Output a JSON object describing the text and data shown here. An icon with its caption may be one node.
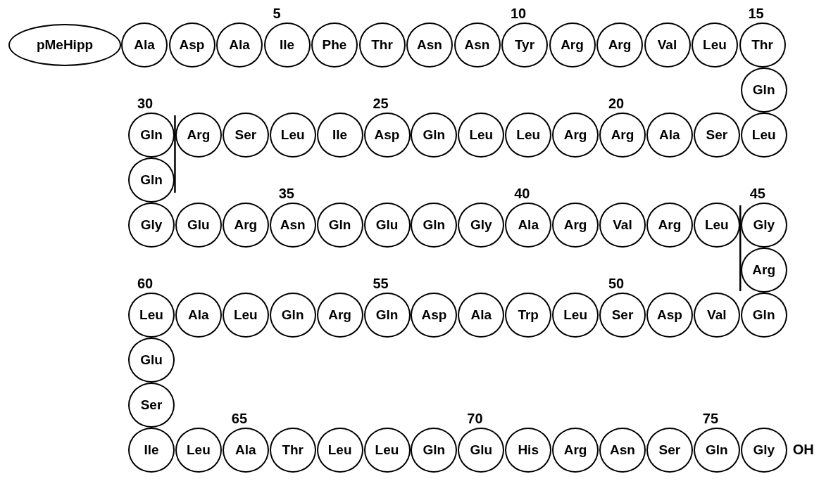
{
  "diagram": {
    "nodes": [
      {
        "text": [
          "pMeHipp"
        ]
      },
      {
        "text": [
          "Ala"
        ]
      },
      {
        "text": [
          "Asp"
        ]
      },
      {
        "text": [
          "Ala"
        ]
      },
      {
        "text": [
          "Ile"
        ]
      },
      {
        "text": [
          "Phe"
        ]
      },
      {
        "text": [
          "Thr"
        ]
      },
      {
        "text": [
          "Asn"
        ]
      },
      {
        "text": [
          "Asn"
        ]
      },
      {
        "text": [
          "Tyr"
        ]
      },
      {
        "text": [
          "Arg"
        ]
      },
      {
        "text": [
          "Arg"
        ]
      },
      {
        "text": [
          "Val"
        ]
      },
      {
        "text": [
          "Leu"
        ]
      },
      {
        "text": [
          "Thr"
        ]
      },
      {
        "text": [
          "Gln"
        ]
      },
      {
        "text": [
          "Gln"
        ]
      },
      {
        "text": [
          "Arg"
        ]
      },
      {
        "text": [
          "Ser"
        ]
      },
      {
        "text": [
          "Leu"
        ]
      },
      {
        "text": [
          "Ile"
        ]
      },
      {
        "text": [
          "Asp"
        ]
      },
      {
        "text": [
          "Gln"
        ]
      },
      {
        "text": [
          "Leu"
        ]
      },
      {
        "text": [
          "Leu"
        ]
      },
      {
        "text": [
          "Arg"
        ]
      },
      {
        "text": [
          "Arg"
        ]
      },
      {
        "text": [
          "Ala"
        ]
      },
      {
        "text": [
          "Ser"
        ]
      },
      {
        "text": [
          "Leu"
        ]
      },
      {
        "text": [
          "Gln"
        ]
      },
      {
        "text": [
          "Gly"
        ]
      },
      {
        "text": [
          "Glu"
        ]
      },
      {
        "text": [
          "Arg"
        ]
      },
      {
        "text": [
          "Asn"
        ]
      },
      {
        "text": [
          "Gln"
        ]
      },
      {
        "text": [
          "Glu"
        ]
      },
      {
        "text": [
          "Gln"
        ]
      },
      {
        "text": [
          "Gly"
        ]
      },
      {
        "text": [
          "Ala"
        ]
      },
      {
        "text": [
          "Arg"
        ]
      },
      {
        "text": [
          "Val"
        ]
      },
      {
        "text": [
          "Arg"
        ]
      },
      {
        "text": [
          "Leu"
        ]
      },
      {
        "text": [
          "Gly"
        ]
      },
      {
        "text": [
          "Arg"
        ]
      },
      {
        "text": [
          "Leu"
        ]
      },
      {
        "text": [
          "Ala"
        ]
      },
      {
        "text": [
          "Leu"
        ]
      },
      {
        "text": [
          "Gln"
        ]
      },
      {
        "text": [
          "Arg"
        ]
      },
      {
        "text": [
          "Gln"
        ]
      },
      {
        "text": [
          "Asp"
        ]
      },
      {
        "text": [
          "Ala"
        ]
      },
      {
        "text": [
          "Trp"
        ]
      },
      {
        "text": [
          "Leu"
        ]
      },
      {
        "text": [
          "Ser"
        ]
      },
      {
        "text": [
          "Asp"
        ]
      },
      {
        "text": [
          "Val"
        ]
      },
      {
        "text": [
          "Gln"
        ]
      },
      {
        "text": [
          "Glu"
        ]
      },
      {
        "text": [
          "Ser"
        ]
      },
      {
        "text": [
          "Ile"
        ]
      },
      {
        "text": [
          "Leu"
        ]
      },
      {
        "text": [
          "Ala"
        ]
      },
      {
        "text": [
          "Thr"
        ]
      },
      {
        "text": [
          "Leu"
        ]
      },
      {
        "text": [
          "Leu"
        ]
      },
      {
        "text": [
          "Gln"
        ]
      },
      {
        "text": [
          "Glu"
        ]
      },
      {
        "text": [
          "His"
        ]
      },
      {
        "text": [
          "Arg"
        ]
      },
      {
        "text": [
          "Asn"
        ]
      },
      {
        "text": [
          "Ser"
        ]
      },
      {
        "text": [
          "Gln"
        ]
      },
      {
        "text": [
          "Gly"
        ],
        "beside": [
          "OH"
        ]
      }
    ],
    "labels": [
      "5",
      "10",
      "15",
      "30",
      "25",
      "20",
      "35",
      "40",
      "45",
      "60",
      "55",
      "50",
      "65",
      "70",
      "75"
    ]
  }
}
